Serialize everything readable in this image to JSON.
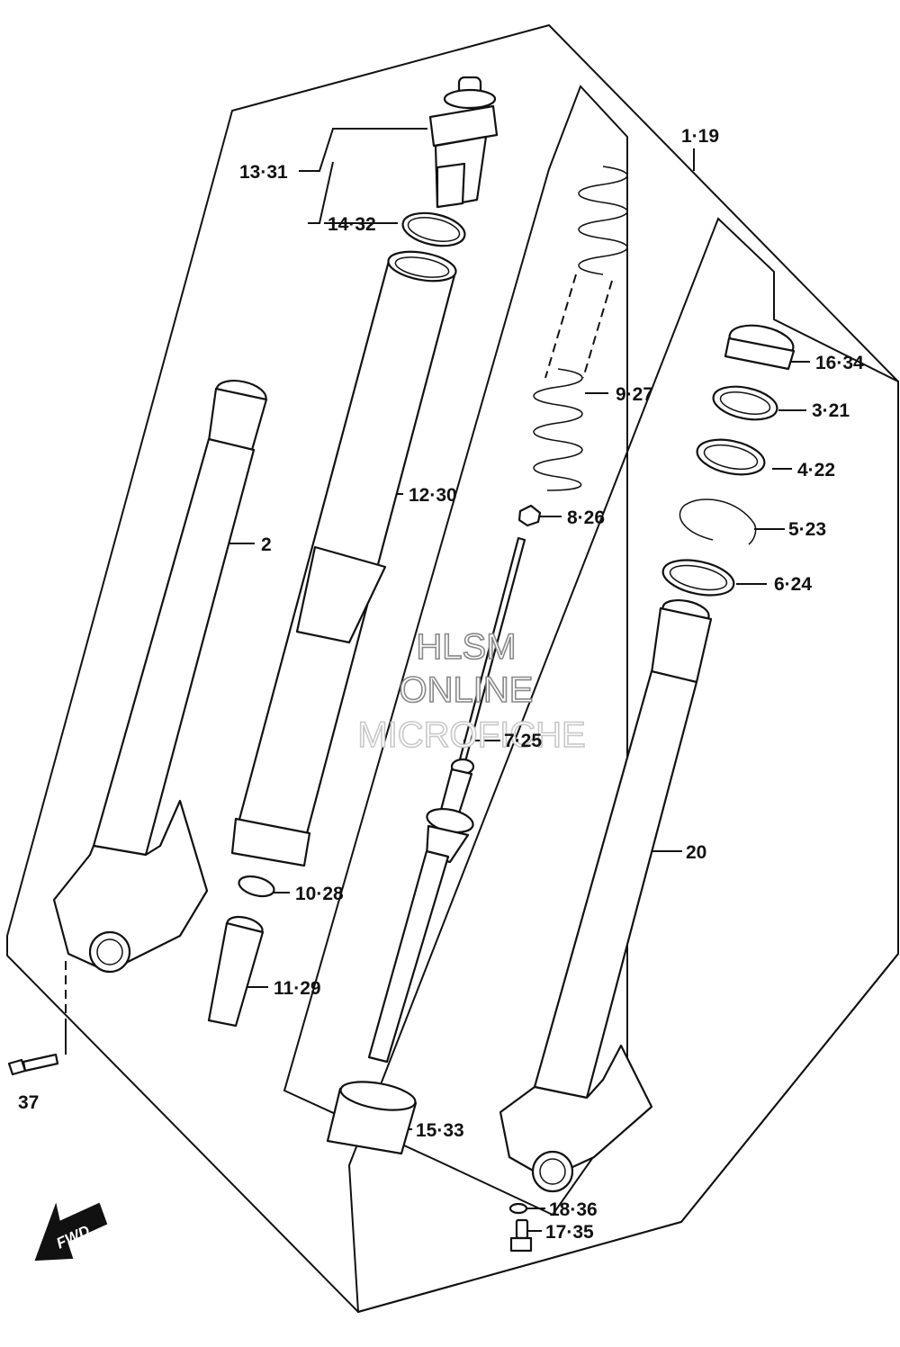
{
  "diagram": {
    "callouts": [
      {
        "id": "c-1-19",
        "text": "1·19"
      },
      {
        "id": "c-2",
        "text": "2"
      },
      {
        "id": "c-3-21",
        "text": "3·21"
      },
      {
        "id": "c-4-22",
        "text": "4·22"
      },
      {
        "id": "c-5-23",
        "text": "5·23"
      },
      {
        "id": "c-6-24",
        "text": "6·24"
      },
      {
        "id": "c-7-25",
        "text": "7·25"
      },
      {
        "id": "c-8-26",
        "text": "8·26"
      },
      {
        "id": "c-9-27",
        "text": "9·27"
      },
      {
        "id": "c-10-28",
        "text": "10·28"
      },
      {
        "id": "c-11-29",
        "text": "11·29"
      },
      {
        "id": "c-12-30",
        "text": "12·30"
      },
      {
        "id": "c-13-31",
        "text": "13·31"
      },
      {
        "id": "c-14-32",
        "text": "14·32"
      },
      {
        "id": "c-15-33",
        "text": "15·33"
      },
      {
        "id": "c-16-34",
        "text": "16·34"
      },
      {
        "id": "c-17-35",
        "text": "17·35"
      },
      {
        "id": "c-18-36",
        "text": "18·36"
      },
      {
        "id": "c-20",
        "text": "20"
      },
      {
        "id": "c-37",
        "text": "37"
      }
    ],
    "direction_badge": "FWD",
    "watermark": {
      "line1": "HLSM",
      "line2": "ONLINE",
      "line3": "MICROFICHE"
    }
  }
}
